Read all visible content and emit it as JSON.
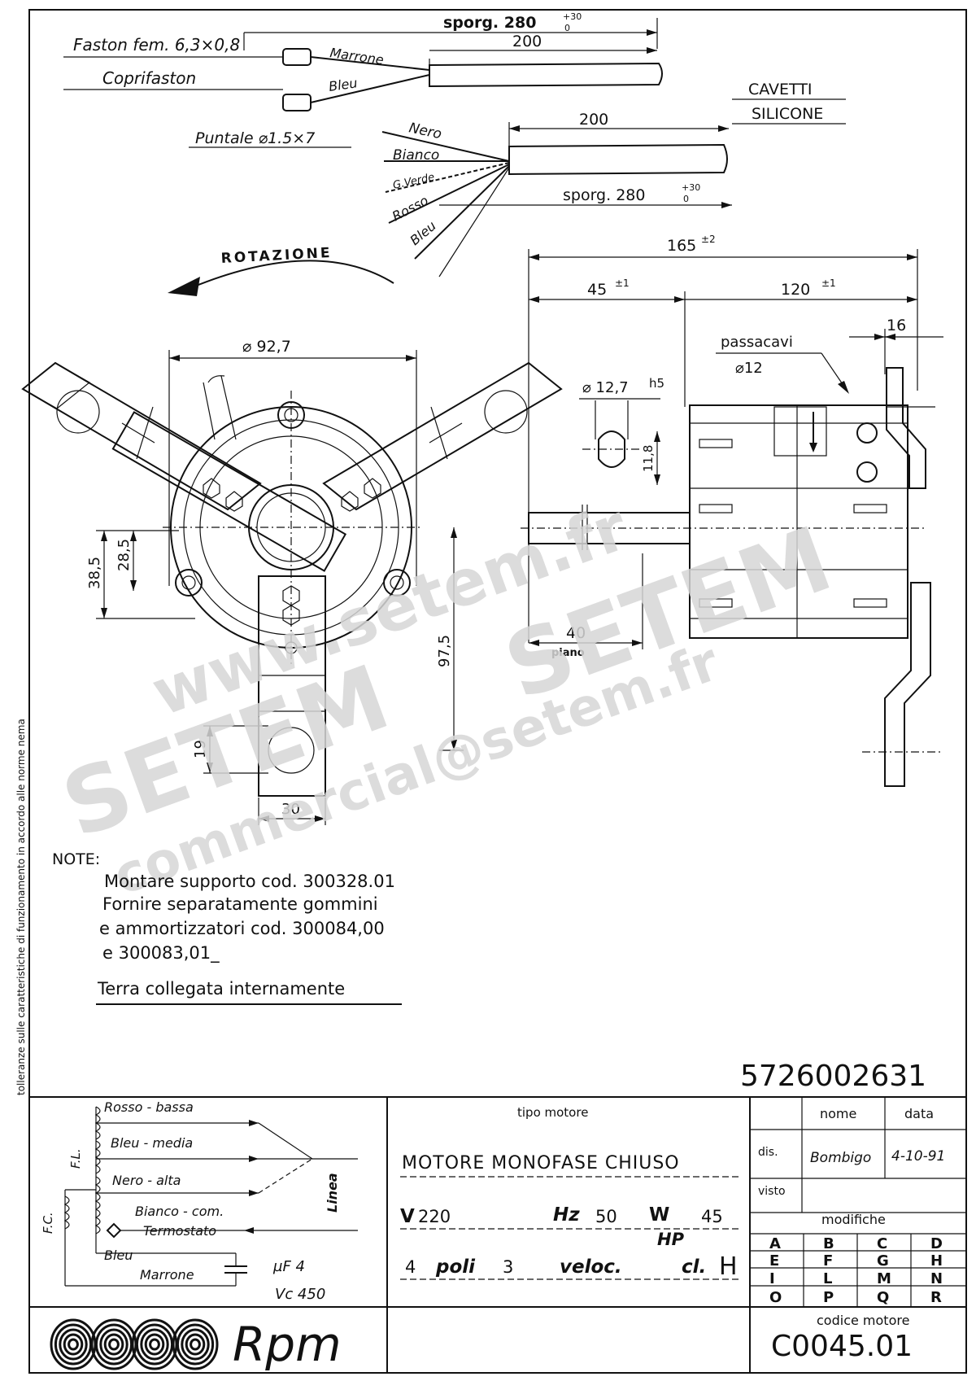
{
  "cables_top": {
    "sporg_label": "sporg. 280",
    "sporg_tol_plus": "+30",
    "sporg_tol_minus": "0",
    "length": "200",
    "faston_label": "Faston fem. 6,3×0,8",
    "coprifaston_label": "Coprifaston",
    "wire1": "Marrone",
    "wire2": "Bleu"
  },
  "cavetti": {
    "line1": "CAVETTI",
    "line2": "SILICONE"
  },
  "cables_mid": {
    "length": "200",
    "puntale_label": "Puntale ⌀1.5×7",
    "wires": [
      "Nero",
      "Bianco",
      "G.Verde",
      "Rosso",
      "Bleu"
    ],
    "sporg_label": "sporg. 280",
    "sporg_tol_plus": "+30",
    "sporg_tol_minus": "0"
  },
  "rotation_label": "ROTAZIONE",
  "front_view": {
    "diameter": "⌀ 92,7",
    "dim_385": "38,5",
    "dim_285": "28,5",
    "dim_975": "97,5",
    "dim_19": "19",
    "dim_30": "30"
  },
  "side_view": {
    "total": "165",
    "total_tol": "±2",
    "left": "45",
    "left_tol": "±1",
    "right": "120",
    "right_tol": "±1",
    "dim_16": "16",
    "passacavi": "passacavi",
    "passacavi_d": "⌀12",
    "shaft_d": "⌀ 12,7",
    "shaft_fit": "h5",
    "flat": "11,8",
    "dim_40": "40",
    "piano": "piano"
  },
  "notes": {
    "heading": "NOTE:",
    "line1": "Montare supporto cod. 300328.01",
    "line2": "Fornire separatamente gommini",
    "line3": "e ammortizzatori cod. 300084,00",
    "line4": "e 300083,01_",
    "line5": "Terra collegata internamente"
  },
  "side_note": "tolleranze sulle caratteristiche di funzionamento in accordo alle norme nema",
  "part_number": "5726002631",
  "wiring": {
    "w1": "Rosso - bassa",
    "w2": "Bleu - media",
    "w3": "Nero - alta",
    "w4": "Bianco - com.",
    "w5": "Termostato",
    "w6": "Bleu",
    "w7": "Marrone",
    "fl": "F.L.",
    "fc": "F.C.",
    "linea": "Linea",
    "cap_uf": "µF 4",
    "cap_vc": "Vc 450"
  },
  "title_block": {
    "tipo_label": "tipo motore",
    "tipo_value": "MOTORE MONOFASE CHIUSO",
    "v_label": "V",
    "v_value": "220",
    "hz_label": "Hz",
    "hz_value": "50",
    "w_label": "W",
    "w_value": "45",
    "hp_label": "HP",
    "poli_value": "4",
    "poli_label": "poli",
    "veloc_value": "3",
    "veloc_label": "veloc.",
    "cl_label": "cl.",
    "cl_value": "H",
    "nome_label": "nome",
    "data_label": "data",
    "dis_label": "dis.",
    "visto_label": "visto",
    "signature": "Bombigo",
    "date": "4-10-91",
    "modifiche_label": "modifiche",
    "mod_letters": [
      "A",
      "B",
      "C",
      "D",
      "E",
      "F",
      "G",
      "H",
      "I",
      "L",
      "M",
      "N",
      "O",
      "P",
      "Q",
      "R"
    ],
    "codice_label": "codice motore",
    "codice_value": "C0045.01"
  },
  "logo_text": "Rpm",
  "watermarks": {
    "w1": "www.setem.fr",
    "w2": "SETEM",
    "w3": "SETEM",
    "w4": "commercial@setem.fr"
  }
}
